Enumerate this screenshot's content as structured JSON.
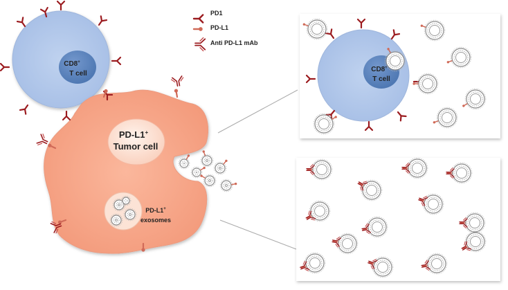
{
  "legend": {
    "pd1": "PD1",
    "pdl1": "PD-L1",
    "anti_pdl1": "Anti PD-L1 mAb"
  },
  "cells": {
    "tcell_line1": "CD8",
    "tcell_sup": "+",
    "tcell_line2": "T cell",
    "tumor_line1": "PD-L1",
    "tumor_sup": "+",
    "tumor_line2": "Tumor cell",
    "exo_line1": "PD-L1",
    "exo_sup": "+",
    "exo_line2": "exosomes"
  },
  "colors": {
    "tcell": "#b4c9ea",
    "nucleus": "#5a83bb",
    "tumor": "#f7a98b",
    "tumor_nucleus": "#fde2d5",
    "receptor": "#9b1b1f",
    "ligand": "#d06a58",
    "exosome": "#b0b0b0"
  }
}
